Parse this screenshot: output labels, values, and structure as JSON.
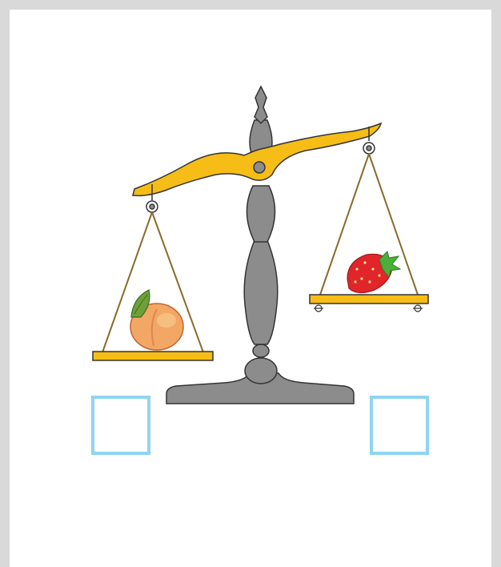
{
  "scene": {
    "tilt": "left-pan-lower",
    "left_pan": {
      "item": "peach",
      "icon": "peach-icon"
    },
    "right_pan": {
      "item": "strawberry",
      "icon": "strawberry-icon"
    }
  },
  "answer_boxes": [
    {
      "side": "left",
      "value": ""
    },
    {
      "side": "right",
      "value": ""
    }
  ],
  "colors": {
    "frame": "#d9d9d9",
    "beam": "#f6bd16",
    "stand": "#8c8c8c",
    "box_border": "#8fd4f2",
    "rope": "#8a6a2a"
  }
}
